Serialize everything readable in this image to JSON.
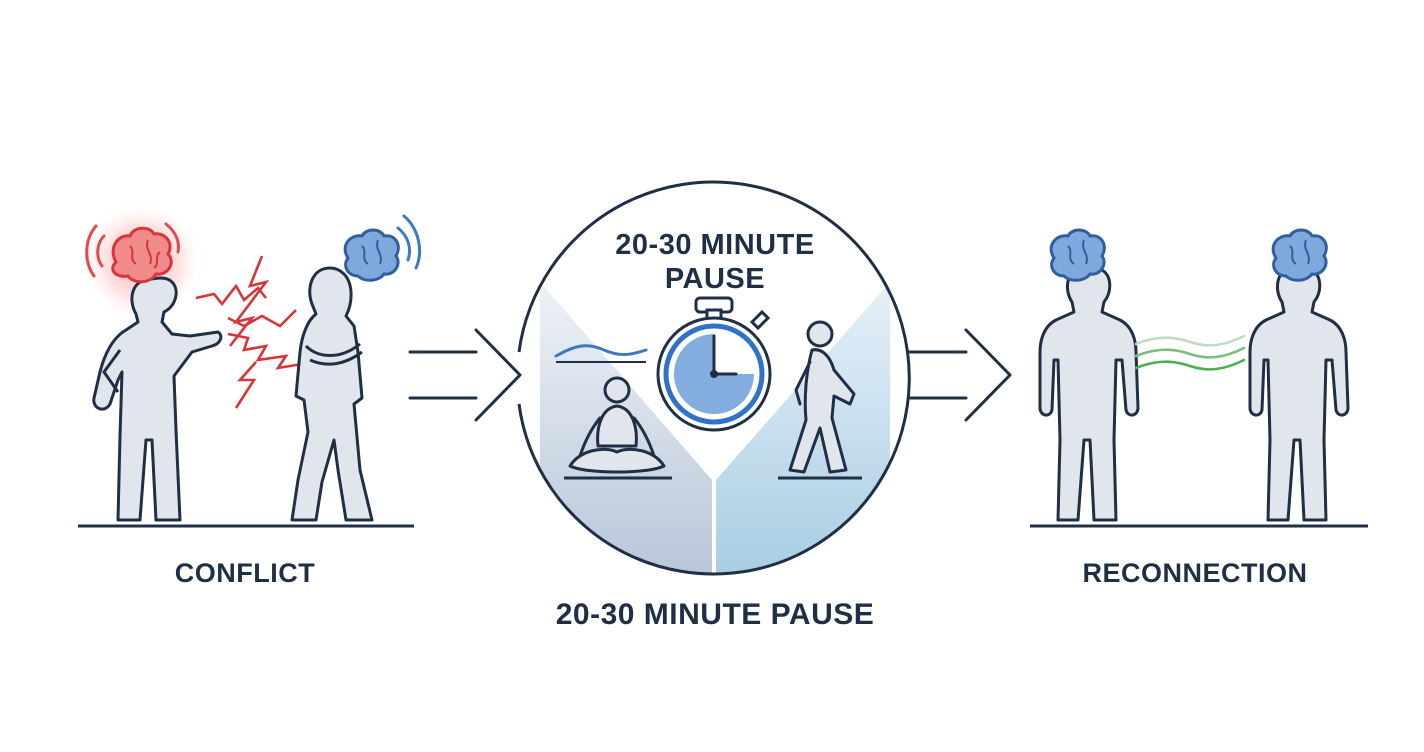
{
  "stages": {
    "conflict": {
      "label": "CONFLICT"
    },
    "pause": {
      "title_line1": "20-30 MINUTE",
      "title_line2": "PAUSE",
      "caption": "20-30 MINUTE PAUSE"
    },
    "reconnection": {
      "label": "RECONNECTION"
    }
  },
  "colors": {
    "outline": "#1f2f45",
    "figure_fill": "#e1e5ec",
    "stress_red": "#e5484d",
    "calm_blue": "#3d78c2",
    "connection_green": "#4caf50",
    "timer_blue": "#2f72c9"
  },
  "icons": {
    "stressed_brain": "brain-icon-red",
    "calm_brain": "brain-icon-blue",
    "conflict": "lightning-bolt-icon",
    "timer": "stopwatch-icon",
    "meditation": "meditating-person-icon",
    "walking": "walking-person-icon",
    "connection": "wave-lines-icon"
  }
}
